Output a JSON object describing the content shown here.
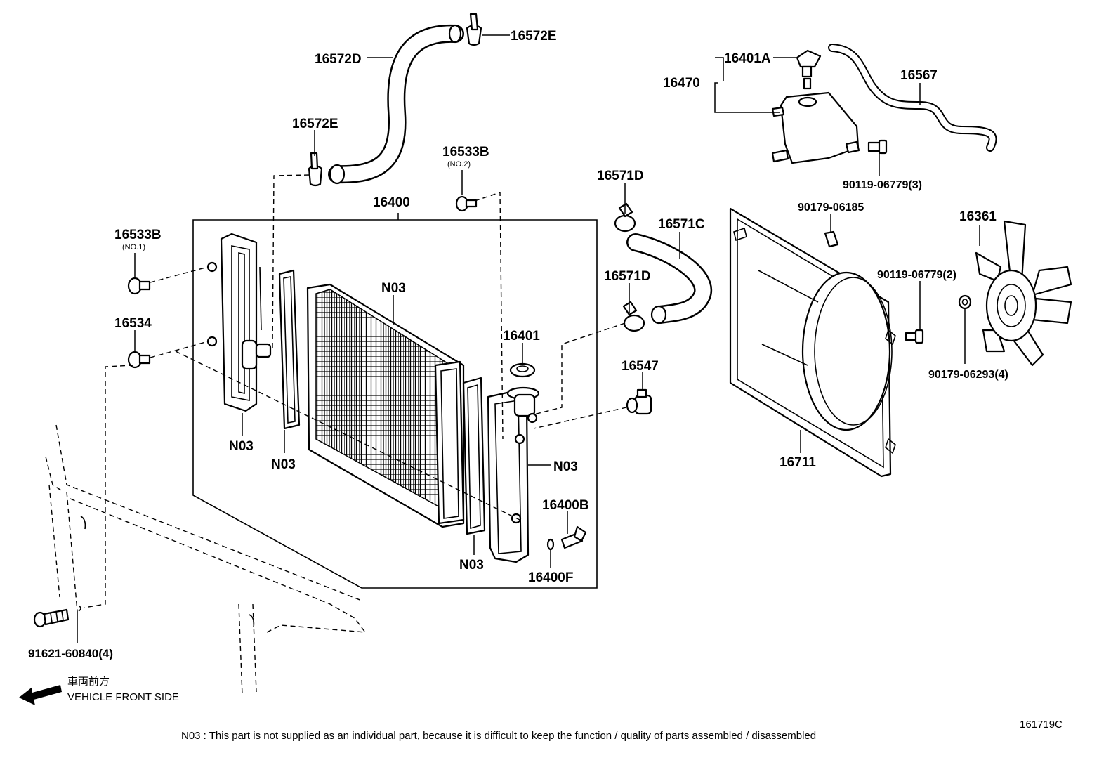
{
  "labels": {
    "p16572D": "16572D",
    "p16572E_top": "16572E",
    "p16572E_mid": "16572E",
    "p16533B_no2": "16533B",
    "no2": "(NO.2)",
    "p16400": "16400",
    "p16533B_no1": "16533B",
    "no1": "(NO.1)",
    "p16534": "16534",
    "n03_core": "N03",
    "n03_left_tank": "N03",
    "n03_left_seal": "N03",
    "n03_right_tank": "N03",
    "n03_right_seal": "N03",
    "p16401": "16401",
    "p16400B": "16400B",
    "p16400F": "16400F",
    "p16571D_top": "16571D",
    "p16571C": "16571C",
    "p16571D_bottom": "16571D",
    "p16547": "16547",
    "p16401A": "16401A",
    "p16470": "16470",
    "p16567": "16567",
    "p90119_3": "90119-06779(3)",
    "p90179_06185": "90179-06185",
    "p16361": "16361",
    "p90119_2": "90119-06779(2)",
    "p16711": "16711",
    "p90179_06293": "90179-06293(4)",
    "p91621": "91621-60840(4)"
  },
  "front": {
    "jp": "車両前方",
    "en": "VEHICLE FRONT SIDE"
  },
  "diagram_id": "161719C",
  "footnote": "N03 : This part is not supplied as an individual part, because it is difficult to keep the function / quality of parts assembled / disassembled"
}
